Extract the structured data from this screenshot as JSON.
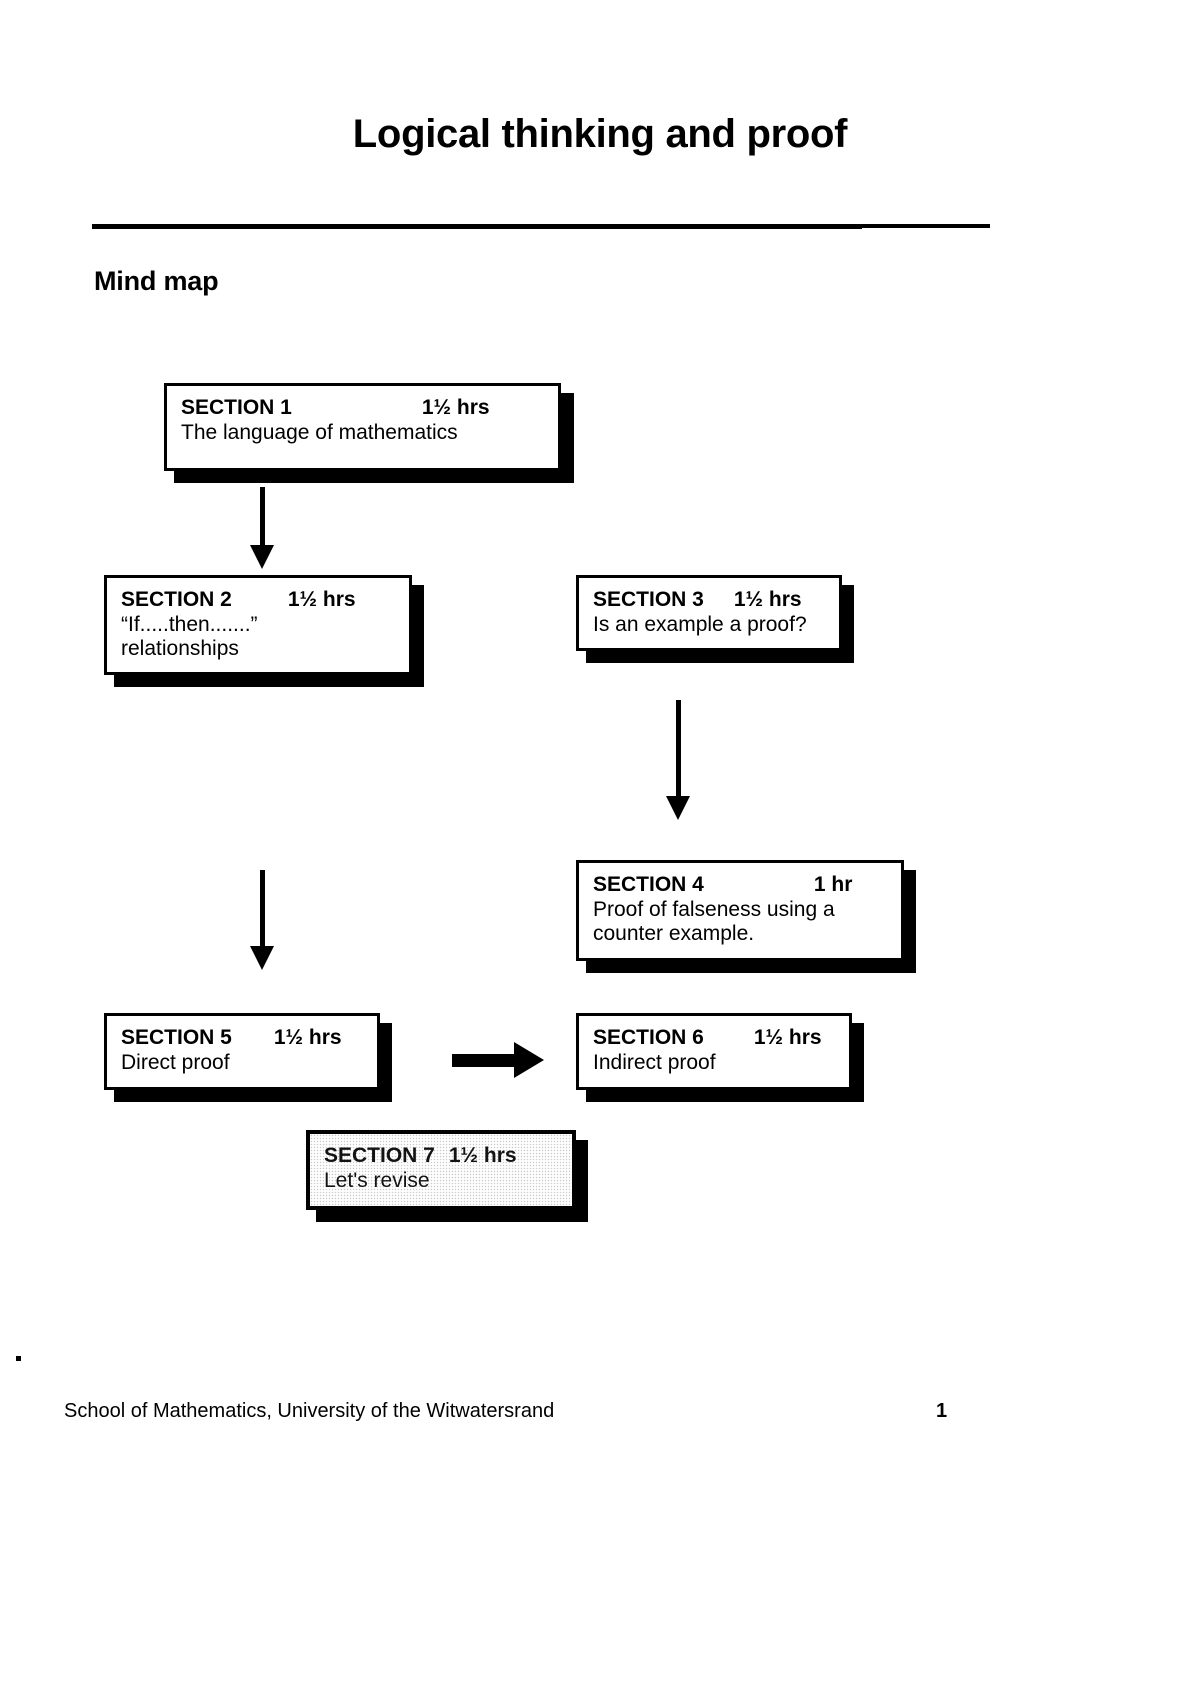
{
  "document": {
    "title": "Logical thinking and proof",
    "heading": "Mind map"
  },
  "mindmap": {
    "nodes": [
      {
        "id": "section-1",
        "label": "SECTION 1",
        "duration": "1½ hrs",
        "line2": "The language of mathematics",
        "line3": "",
        "shaded": false
      },
      {
        "id": "section-2",
        "label": "SECTION 2",
        "duration": "1½ hrs",
        "line2": "“If.....then.......”",
        "line3": "relationships",
        "shaded": false
      },
      {
        "id": "section-3",
        "label": "SECTION 3",
        "duration": "1½ hrs",
        "line2": "Is an example a proof?",
        "line3": "",
        "shaded": false
      },
      {
        "id": "section-4",
        "label": "SECTION 4",
        "duration": "1 hr",
        "line2": "Proof of falseness using a",
        "line3": "counter example.",
        "shaded": false
      },
      {
        "id": "section-5",
        "label": "SECTION  5",
        "duration": "1½ hrs",
        "line2": "Direct proof",
        "line3": "",
        "shaded": false
      },
      {
        "id": "section-6",
        "label": "SECTION 6",
        "duration": "1½ hrs",
        "line2": "Indirect proof",
        "line3": "",
        "shaded": false
      },
      {
        "id": "section-7",
        "label": "SECTION 7",
        "duration": "1½ hrs",
        "line2": "Let's revise",
        "line3": "",
        "shaded": true
      }
    ],
    "connectors": [
      {
        "id": "arrow-section1-to-section2",
        "direction": "down"
      },
      {
        "id": "arrow-section3-to-section4",
        "direction": "down"
      },
      {
        "id": "arrow-section2-to-section5",
        "direction": "down"
      },
      {
        "id": "arrow-section5-to-section6",
        "direction": "right"
      }
    ]
  },
  "footer": {
    "institution": "School of Mathematics, University of the Witwatersrand",
    "page_number": "1"
  },
  "colors": {
    "ink": "#000000",
    "paper": "#ffffff",
    "shaded_fill": "#c8c8c8"
  }
}
